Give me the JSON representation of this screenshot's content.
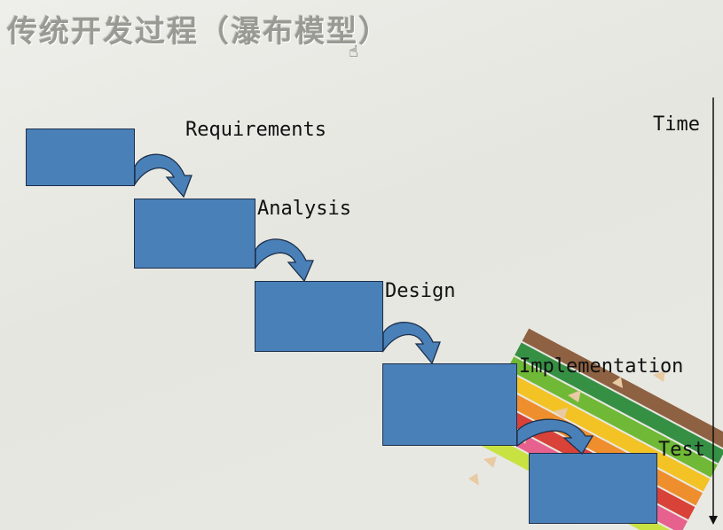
{
  "title": "传统开发过程（瀑布模型）",
  "stages": [
    "Requirements",
    "Analysis",
    "Design",
    "Implementation",
    "Test"
  ],
  "time_label": "Time",
  "colors": {
    "box": "#4a80b8",
    "box_border": "#1c2f4a",
    "arrow": "#4a80b8"
  }
}
